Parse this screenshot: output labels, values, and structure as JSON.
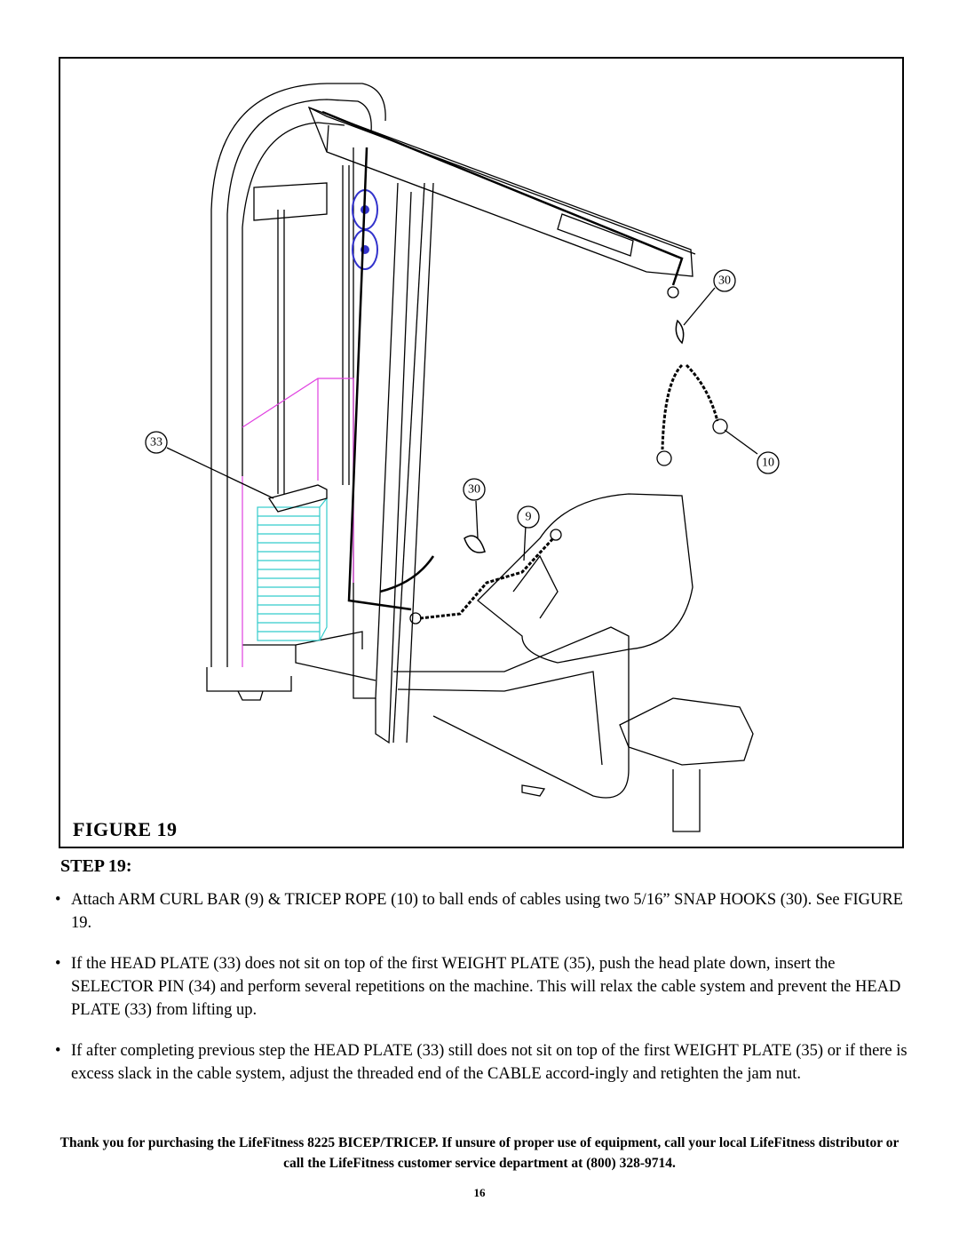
{
  "figure": {
    "caption": "FIGURE 19",
    "callouts": {
      "head_plate": "33",
      "snap_hook_top": "30",
      "tricep_rope": "10",
      "snap_hook_lower": "30",
      "arm_curl_bar": "9"
    },
    "colors": {
      "line": "#000000",
      "weight_stack": "#33cccc",
      "pulley": "#3333cc",
      "shroud": "#e040e0"
    }
  },
  "step": {
    "heading": "STEP 19:",
    "bullet_symbol": "•",
    "bullets": [
      "Attach ARM CURL BAR (9) & TRICEP ROPE (10)  to ball ends of cables using two 5/16” SNAP HOOKS (30). See FIGURE 19.",
      "If the HEAD PLATE (33) does not sit on top of the first WEIGHT PLATE (35), push the head plate down, insert the SELECTOR PIN (34) and perform several repetitions on the machine. This will relax the cable system and prevent the HEAD PLATE (33) from lifting up.",
      " If after completing previous step  the HEAD PLATE (33) still does not sit on top of the first WEIGHT PLATE (35) or if there is excess slack in the cable system, adjust the threaded end of the CABLE accord-ingly and retighten the jam nut."
    ]
  },
  "footer": {
    "thank_you": "Thank you for purchasing the LifeFitness 8225 BICEP/TRICEP. If unsure of proper use of equipment, call your local LifeFitness  distributor or call the LifeFitness customer service department at (800) 328-9714.",
    "page_number": "16"
  }
}
